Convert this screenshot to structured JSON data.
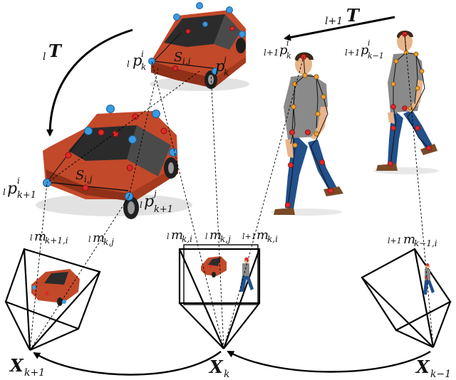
{
  "transforms": {
    "car_motion": {
      "pre": "l",
      "main": "T"
    },
    "human_motion": {
      "pre": "l+1",
      "main": "T"
    }
  },
  "car_labels": {
    "upper_p_i": {
      "pre": "l",
      "main": "p",
      "sup": "i",
      "sub": "k"
    },
    "upper_p_j": {
      "main": "p",
      "sup": "j",
      "sub": "k"
    },
    "upper_s": {
      "main": "S",
      "sub": "i,j"
    },
    "lower_p_i": {
      "pre": "l",
      "main": "p",
      "sup": "i",
      "sub": "k+1"
    },
    "lower_p_j": {
      "pre": "l",
      "main": "p",
      "sup": "j",
      "sub": "k+1"
    },
    "lower_s": {
      "main": "S",
      "sub": "i,j"
    }
  },
  "human_labels": {
    "front_p": {
      "pre": "l+1",
      "main": "p",
      "sup": "i",
      "sub": "k"
    },
    "back_p": {
      "pre": "l+1",
      "main": "p",
      "sup": "i",
      "sub": "k−1"
    }
  },
  "measurements": {
    "m1": {
      "pre": "l",
      "main": "m",
      "sub": "k+1,i"
    },
    "m2": {
      "pre": "l",
      "main": "m",
      "sub": "k,j"
    },
    "m3": {
      "pre": "l",
      "main": "m",
      "sub": "k,i"
    },
    "m4": {
      "pre": "l",
      "main": "m",
      "sub": "k,j"
    },
    "m5": {
      "pre": "l+1",
      "main": "m",
      "sub": "k,i"
    },
    "m6": {
      "pre": "l+1",
      "main": "m",
      "sub": "k−1,i"
    }
  },
  "cameras": {
    "left": {
      "main": "X",
      "sub": "k+1"
    },
    "center": {
      "main": "X",
      "sub": "k"
    },
    "right": {
      "main": "X",
      "sub": "k−1"
    }
  },
  "colors": {
    "car_body": "#c2492a",
    "car_body_dark": "#8f3018",
    "window": "#2b2b2b",
    "keypoint_blue": "#3a9be0",
    "keypoint_red": "#e0282a",
    "keypoint_orange": "#f0a030",
    "shirt": "#8a8a8a",
    "jeans": "#22508a",
    "skin": "#e8b48a",
    "hair": "#3a2a1a",
    "shoes": "#7a4a26"
  }
}
